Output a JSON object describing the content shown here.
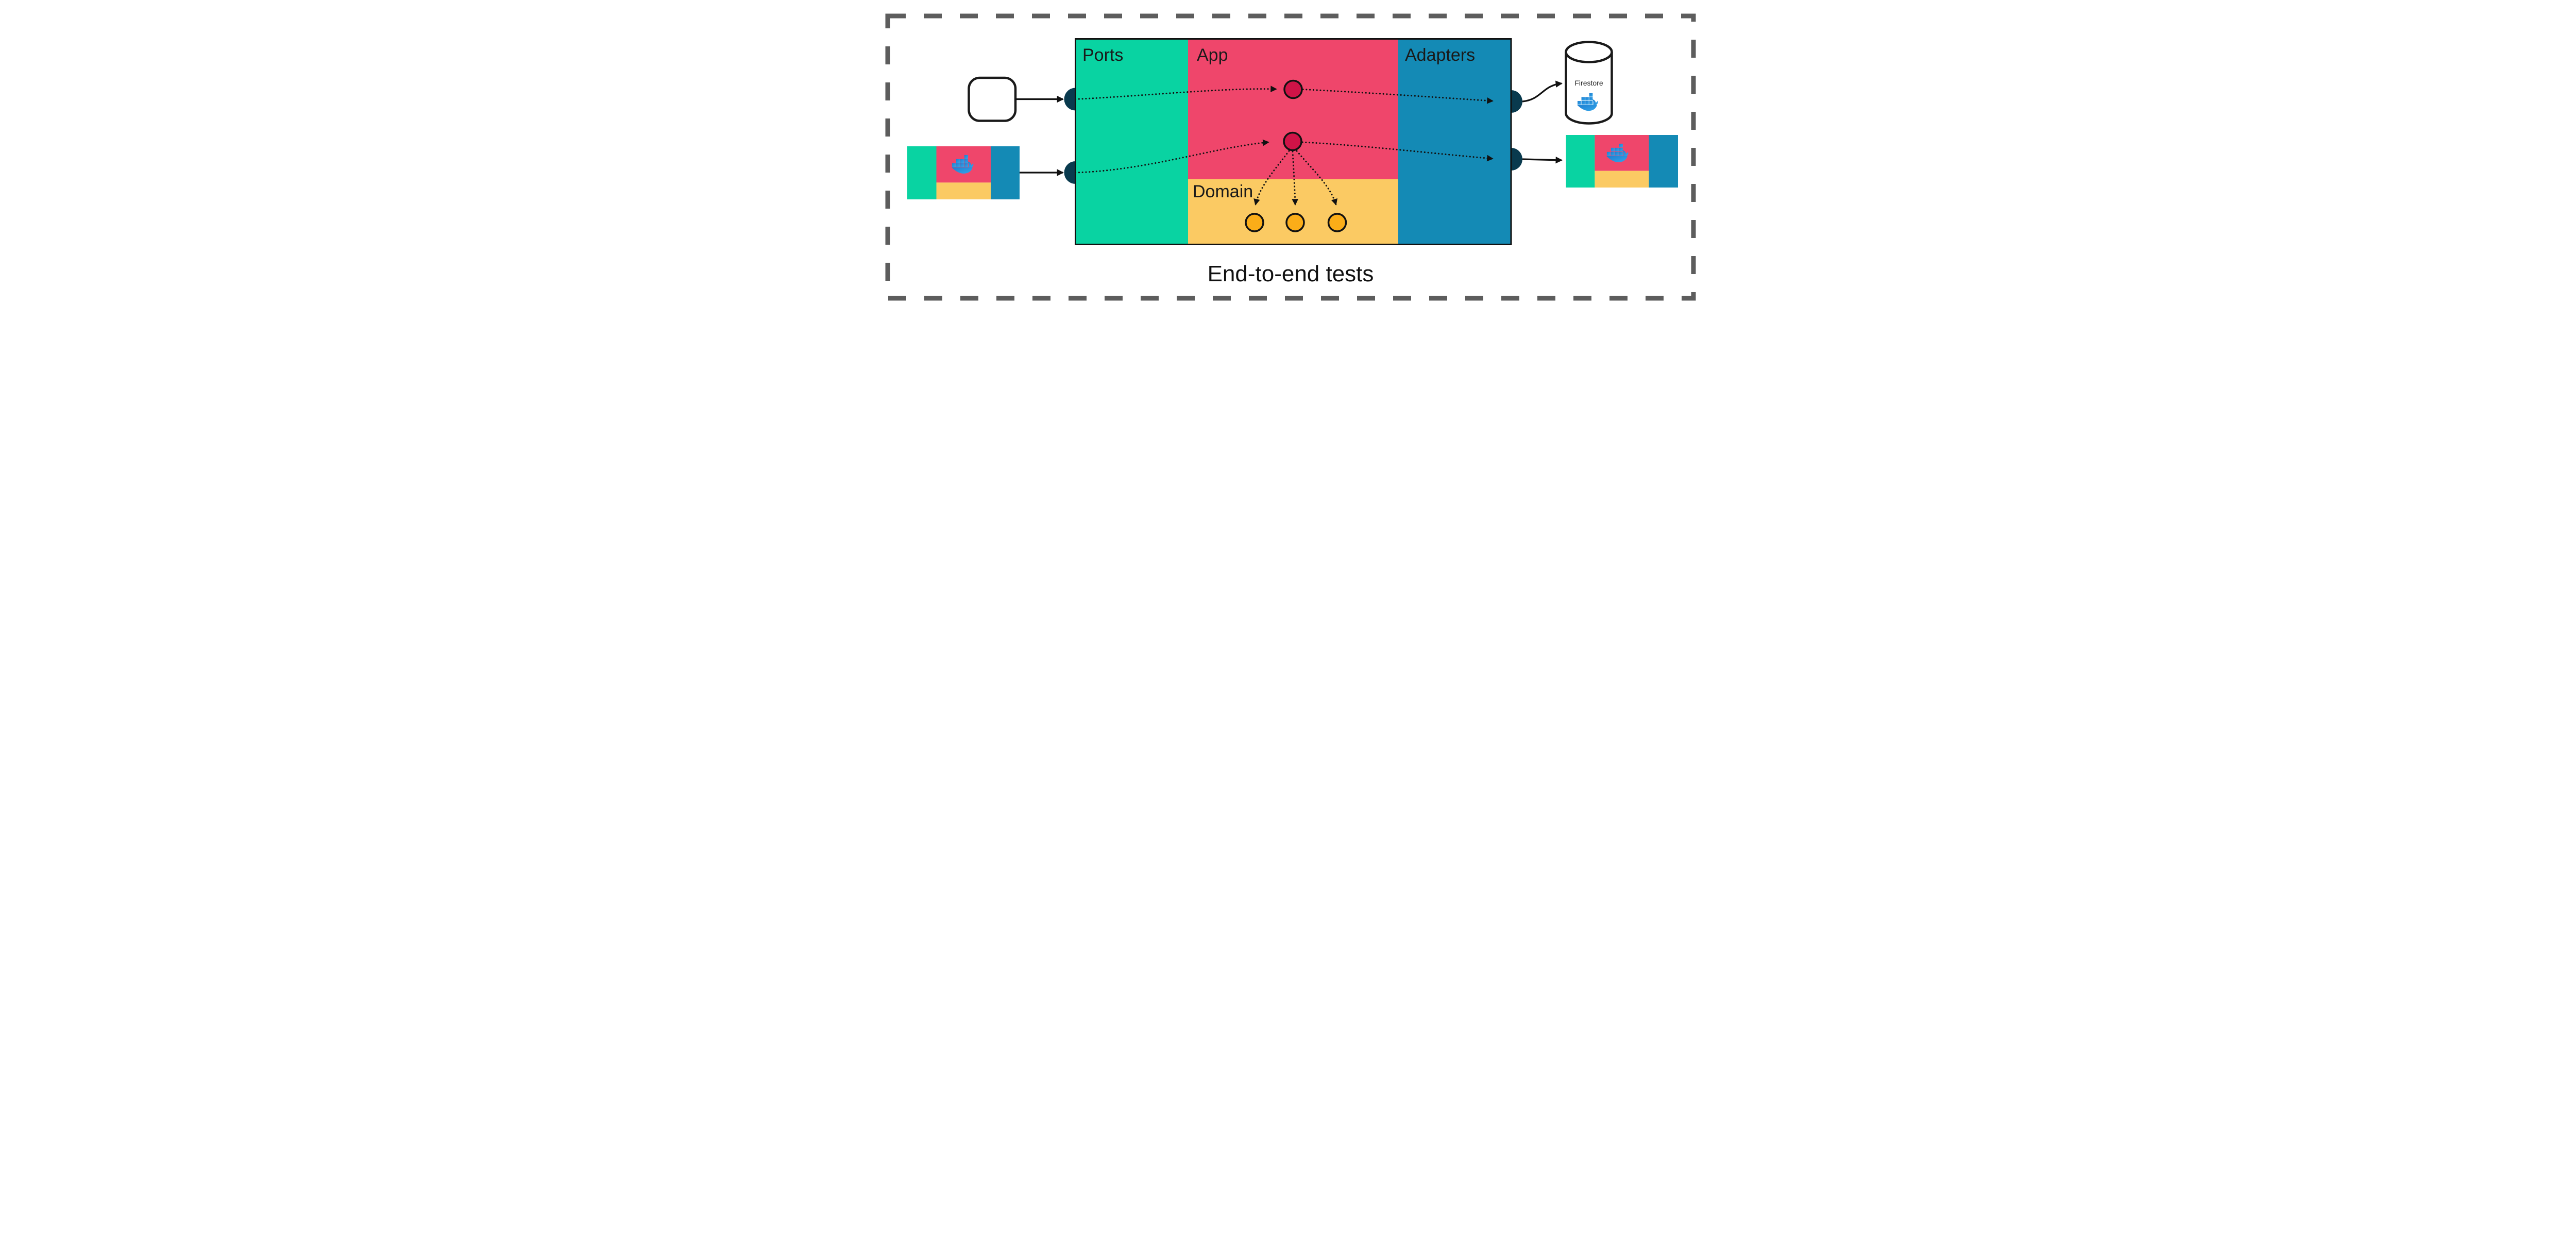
{
  "diagram": {
    "title": "End-to-end tests",
    "zones": {
      "ports": "Ports",
      "app": "App",
      "adapters": "Adapters",
      "domain": "Domain"
    },
    "database": {
      "label": "Firestore",
      "icon": "docker-whale-icon"
    },
    "icons": [
      "docker-whale-icon"
    ],
    "colors": {
      "ports_zone": "#09d3a2",
      "app_zone": "#ef466b",
      "adapters_zone": "#148ab5",
      "domain_zone": "#fbca63",
      "port_node": "#093a4e",
      "use_case_node": "#cf1347",
      "entity_node": "#fbad18",
      "docker_blue": "#2496ed",
      "dashed_frame": "#5d5d5d",
      "outline": "#111111"
    }
  }
}
